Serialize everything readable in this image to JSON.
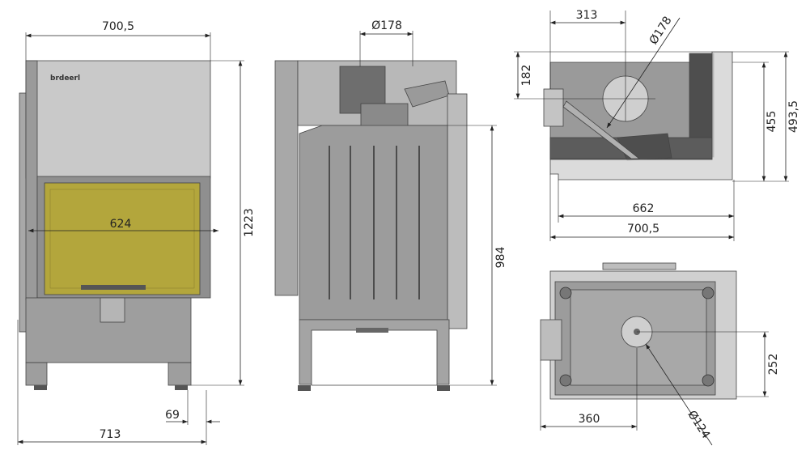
{
  "logo_text": "brdeerl",
  "front_view": {
    "width_top": "700,5",
    "glass_width": "624",
    "height": "1223",
    "leg_offset": "69",
    "width_bottom": "713"
  },
  "side_view": {
    "flue_diameter": "Ø178",
    "height": "984"
  },
  "top_view": {
    "flue_offset": "313",
    "flue_diameter": "Ø178",
    "flue_depth": "182",
    "depth_inner": "455",
    "depth_outer": "493,5",
    "width_inner": "662",
    "width_outer": "700,5"
  },
  "bottom_view": {
    "air_inlet_offset_y": "252",
    "air_inlet_offset_x": "360",
    "air_inlet_diameter": "Ø124"
  },
  "colors": {
    "body": "#9a9a9a",
    "panel": "#c9c9c9",
    "glass": "#b3a63c",
    "dark": "#5a5a5a"
  }
}
